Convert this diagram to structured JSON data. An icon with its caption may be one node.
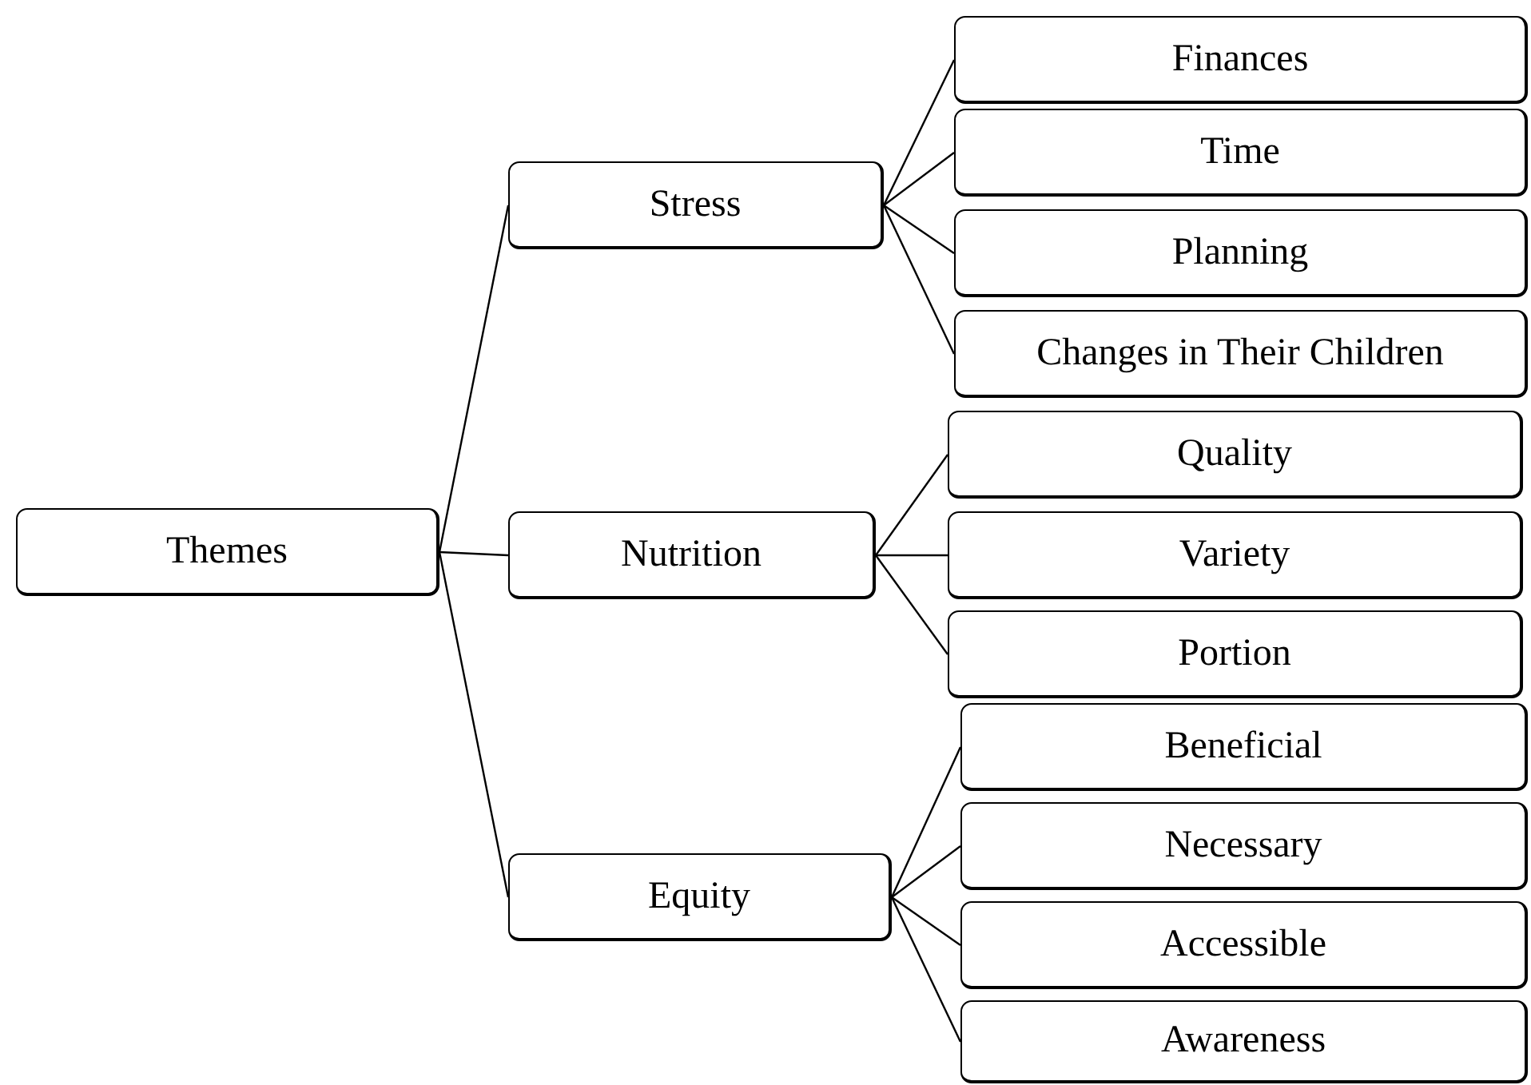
{
  "diagram": {
    "nodes": [
      {
        "text": [
          "Themes"
        ]
      },
      {
        "text": [
          "Stress"
        ]
      },
      {
        "text": [
          "Nutrition"
        ]
      },
      {
        "text": [
          "Equity"
        ]
      },
      {
        "text": [
          "Finances"
        ]
      },
      {
        "text": [
          "Time"
        ]
      },
      {
        "text": [
          "Planning"
        ]
      },
      {
        "text": [
          "Changes in Their Children"
        ]
      },
      {
        "text": [
          "Quality"
        ]
      },
      {
        "text": [
          "Variety"
        ]
      },
      {
        "text": [
          "Portion"
        ]
      },
      {
        "text": [
          "Beneficial"
        ]
      },
      {
        "text": [
          "Necessary"
        ]
      },
      {
        "text": [
          "Accessible"
        ]
      },
      {
        "text": [
          "Awareness"
        ]
      }
    ],
    "edges": [
      {
        "from": 0,
        "to": 1,
        "arrow": "none"
      },
      {
        "from": 0,
        "to": 2,
        "arrow": "none"
      },
      {
        "from": 0,
        "to": 3,
        "arrow": "none"
      },
      {
        "from": 1,
        "to": 4,
        "arrow": "none"
      },
      {
        "from": 1,
        "to": 5,
        "arrow": "none"
      },
      {
        "from": 1,
        "to": 6,
        "arrow": "none"
      },
      {
        "from": 1,
        "to": 7,
        "arrow": "none"
      },
      {
        "from": 2,
        "to": 8,
        "arrow": "none"
      },
      {
        "from": 2,
        "to": 9,
        "arrow": "none"
      },
      {
        "from": 2,
        "to": 10,
        "arrow": "none"
      },
      {
        "from": 3,
        "to": 11,
        "arrow": "none"
      },
      {
        "from": 3,
        "to": 12,
        "arrow": "none"
      },
      {
        "from": 3,
        "to": 13,
        "arrow": "none"
      },
      {
        "from": 3,
        "to": 14,
        "arrow": "none"
      }
    ]
  }
}
